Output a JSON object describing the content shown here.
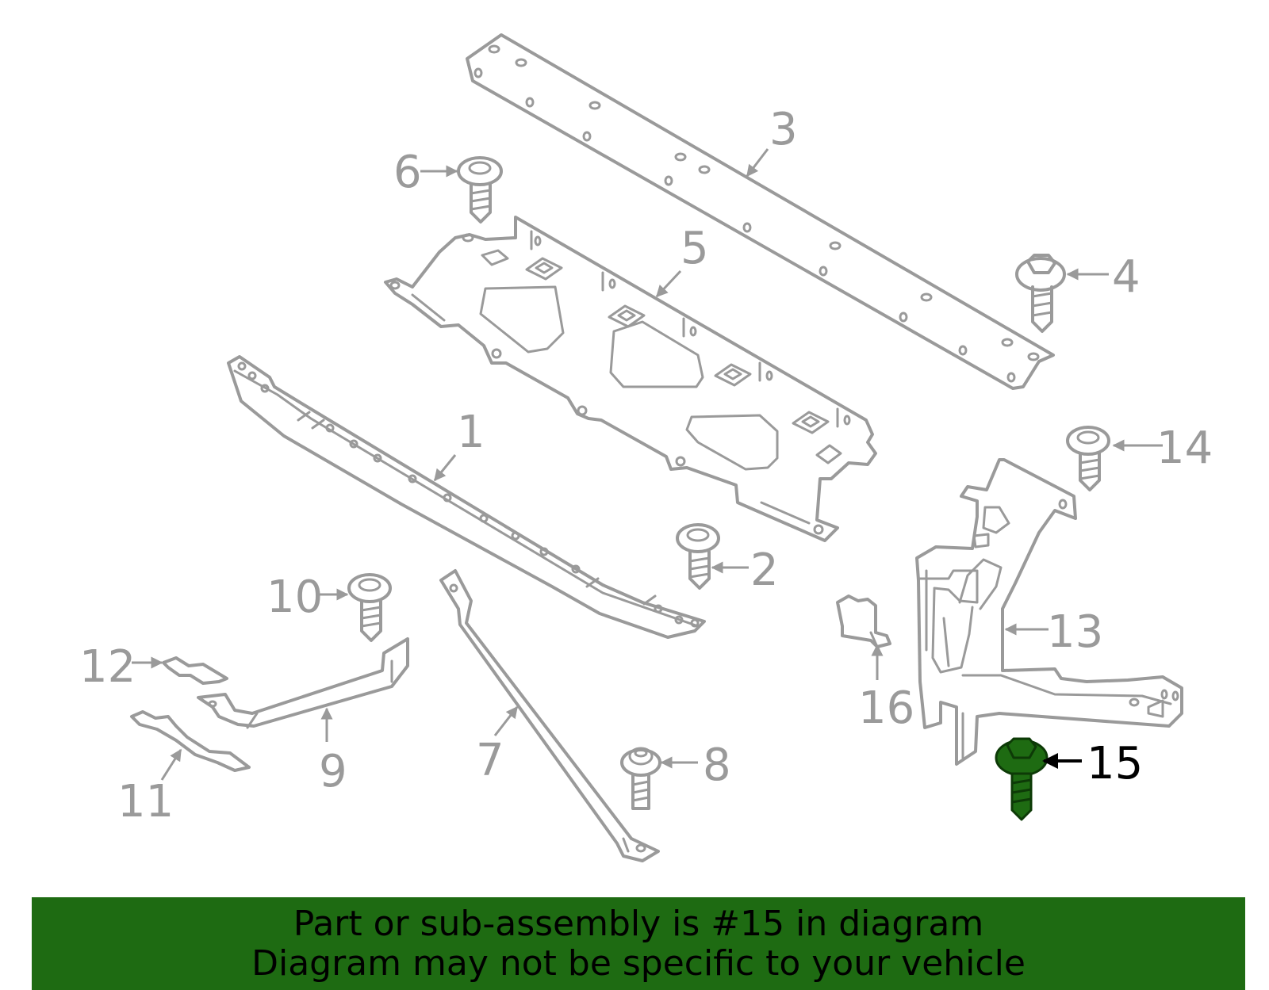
{
  "callouts": {
    "n1": "1",
    "n2": "2",
    "n3": "3",
    "n4": "4",
    "n5": "5",
    "n6": "6",
    "n7": "7",
    "n8": "8",
    "n9": "9",
    "n10": "10",
    "n11": "11",
    "n12": "12",
    "n13": "13",
    "n14": "14",
    "n15": "15",
    "n16": "16"
  },
  "highlight": {
    "part_number": "15",
    "color": "#1e6b12"
  },
  "banner": {
    "line1": "Part or sub-assembly is #15 in diagram",
    "line2": "Diagram may not be specific to your vehicle",
    "background": "#1e6b12"
  }
}
